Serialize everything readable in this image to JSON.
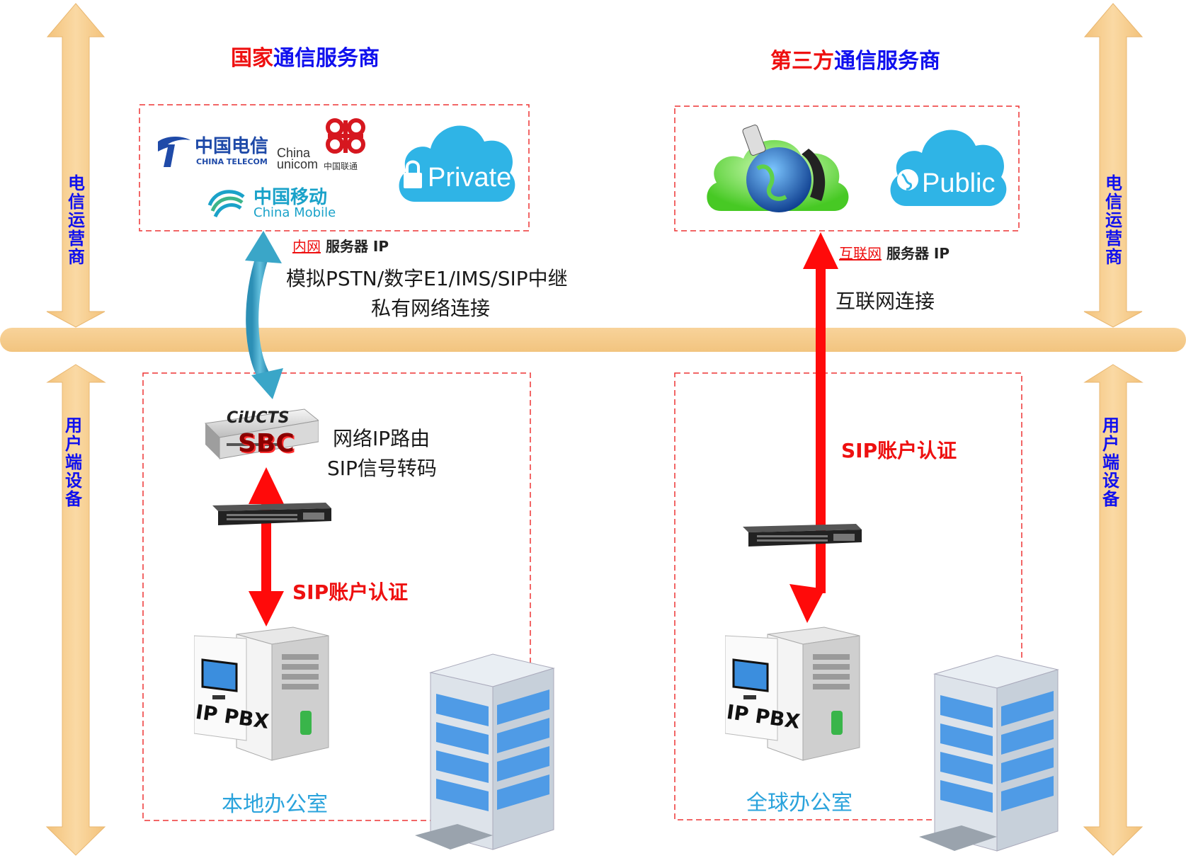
{
  "header": {
    "left_title_red": "国家",
    "left_title_blue": "通信服务商",
    "right_title_red": "第三方",
    "right_title_blue": "通信服务商"
  },
  "side_labels": {
    "top_left": "电信运营商",
    "top_right": "电信运营商",
    "bottom_left": "用户端设备",
    "bottom_right": "用户端设备"
  },
  "carriers": {
    "telecom_cn": "中国电信",
    "telecom_en": "CHINA TELECOM",
    "unicom_en1": "China",
    "unicom_en2": "unicom",
    "unicom_cn": "中国联通",
    "mobile_cn": "中国移动",
    "mobile_en": "China Mobile",
    "private_cloud": "Private",
    "public_cloud": "Public"
  },
  "left_link": {
    "ip_prefix": "内网",
    "ip_suffix": " 服务器 IP",
    "line1": "模拟PSTN/数字E1/IMS/SIP中继",
    "line2": "私有网络连接"
  },
  "right_link": {
    "ip_prefix": "互联网",
    "ip_suffix": " 服务器 IP",
    "line1": "互联网连接"
  },
  "sbc": {
    "brand": "CiUCTS",
    "model": "SBC",
    "desc1": "网络IP路由",
    "desc2": "SIP信号转码"
  },
  "auth": {
    "left": "SIP账户认证",
    "right": "SIP账户认证"
  },
  "pbx": {
    "label_left": "IP PBX",
    "label_right": "IP PBX"
  },
  "offices": {
    "left": "本地办公室",
    "right": "全球办公室"
  },
  "colors": {
    "band": "#f7cc8b",
    "red": "#ee1010",
    "blue": "#1010ee",
    "arrow_blue": "#3aa6c8",
    "cloud": "#2fb4e6",
    "office_text": "#2aa3dc"
  }
}
